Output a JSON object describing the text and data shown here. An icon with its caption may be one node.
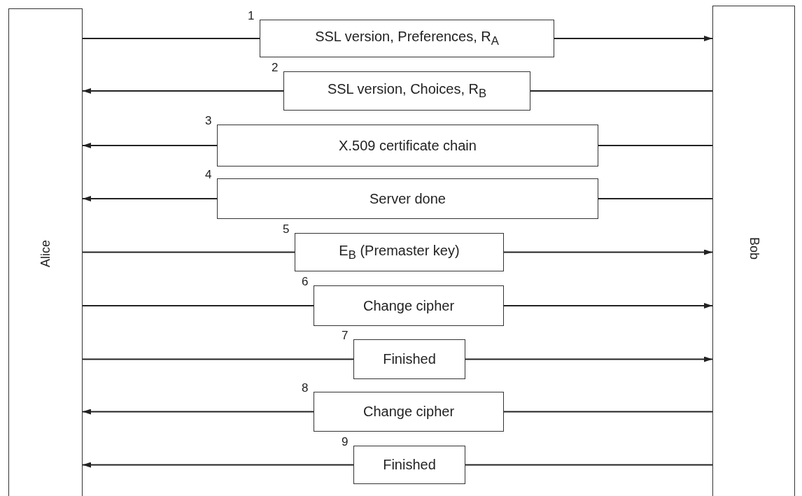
{
  "diagram": {
    "nodes": [
      {
        "text": [
          "Alice"
        ]
      },
      {
        "text": [
          "Bob"
        ]
      },
      {
        "text": [
          "SSL version, Preferences, R$_{A}$"
        ],
        "beside": [
          "1"
        ]
      },
      {
        "text": [
          "SSL version, Choices, R$_{B}$"
        ],
        "beside": [
          "2"
        ]
      },
      {
        "text": [
          "X.509 certificate chain"
        ],
        "beside": [
          "3"
        ]
      },
      {
        "text": [
          "Server done"
        ],
        "beside": [
          "4"
        ]
      },
      {
        "text": [
          "E$_{B}$ (Premaster key)"
        ],
        "beside": [
          "5"
        ]
      },
      {
        "text": [
          "Change cipher"
        ],
        "beside": [
          "6"
        ]
      },
      {
        "text": [
          "Finished"
        ],
        "beside": [
          "7"
        ]
      },
      {
        "text": [
          "Change cipher"
        ],
        "beside": [
          "8"
        ]
      },
      {
        "text": [
          "Finished"
        ],
        "beside": [
          "9"
        ]
      }
    ],
    "edges": [
      {
        "from": 0,
        "to": 2,
        "arrow": "none"
      },
      {
        "from": 2,
        "to": 1,
        "arrow": "to"
      },
      {
        "from": 1,
        "to": 3,
        "arrow": "none"
      },
      {
        "from": 3,
        "to": 0,
        "arrow": "to"
      },
      {
        "from": 1,
        "to": 4,
        "arrow": "none"
      },
      {
        "from": 4,
        "to": 0,
        "arrow": "to"
      },
      {
        "from": 1,
        "to": 5,
        "arrow": "none"
      },
      {
        "from": 5,
        "to": 0,
        "arrow": "to"
      },
      {
        "from": 0,
        "to": 6,
        "arrow": "none"
      },
      {
        "from": 6,
        "to": 1,
        "arrow": "to"
      },
      {
        "from": 0,
        "to": 7,
        "arrow": "none"
      },
      {
        "from": 7,
        "to": 1,
        "arrow": "to"
      },
      {
        "from": 0,
        "to": 8,
        "arrow": "none"
      },
      {
        "from": 8,
        "to": 1,
        "arrow": "to"
      },
      {
        "from": 1,
        "to": 9,
        "arrow": "none"
      },
      {
        "from": 9,
        "to": 0,
        "arrow": "to"
      },
      {
        "from": 1,
        "to": 10,
        "arrow": "none"
      },
      {
        "from": 10,
        "to": 0,
        "arrow": "to"
      }
    ]
  }
}
